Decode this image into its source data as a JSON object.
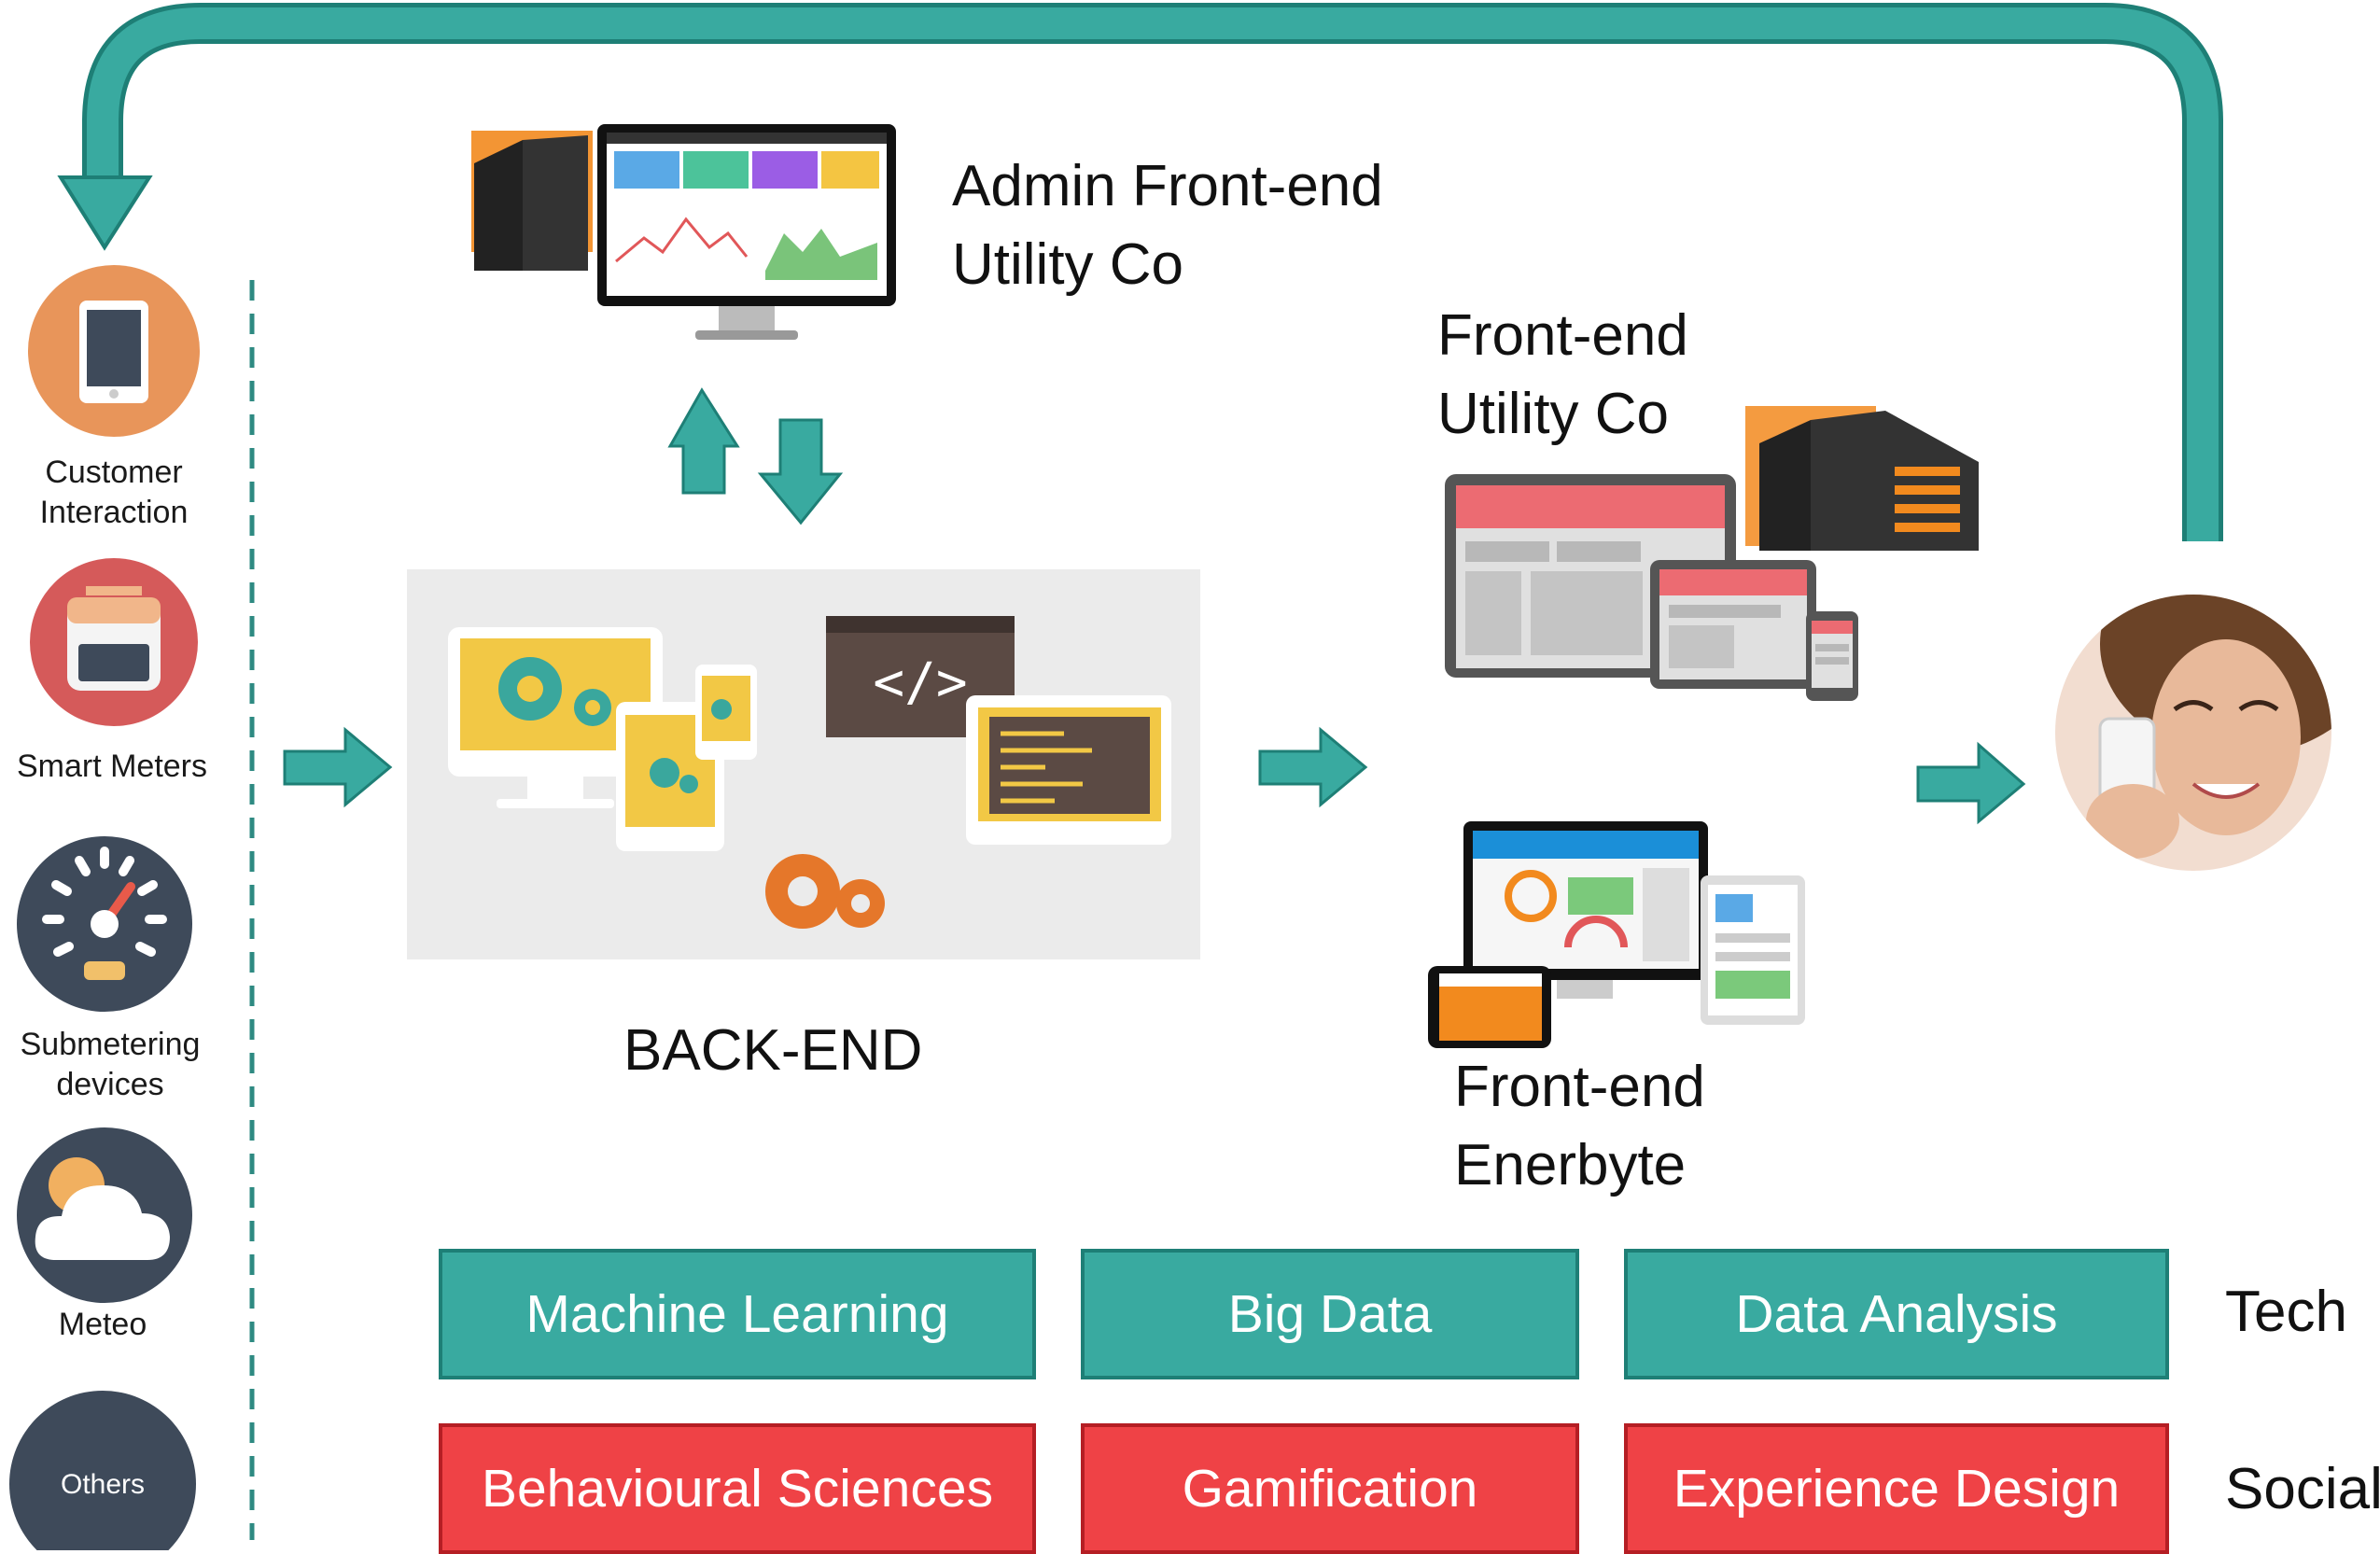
{
  "sources": [
    {
      "label_line1": "Customer",
      "label_line2": "Interaction",
      "icon": "tablet-icon",
      "color": "#e8955a"
    },
    {
      "label_line1": "Smart Meters",
      "label_line2": "",
      "icon": "smart-meter-icon",
      "color": "#d55a5a"
    },
    {
      "label_line1": "Submetering",
      "label_line2": "devices",
      "icon": "gauge-icon",
      "color": "#3e4a5a"
    },
    {
      "label_line1": "Meteo",
      "label_line2": "",
      "icon": "weather-cloud-icon",
      "color": "#3e4a5a"
    },
    {
      "label": "Others",
      "color": "#3e4a5a"
    }
  ],
  "backend": {
    "label": "BACK-END"
  },
  "admin": {
    "line1": "Admin Front-end",
    "line2": "Utility Co"
  },
  "frontend_utility": {
    "line1": "Front-end",
    "line2": "Utility Co"
  },
  "frontend_enerbyte": {
    "line1": "Front-end",
    "line2": "Enerbyte"
  },
  "tech": {
    "label": "Tech",
    "items": [
      "Machine Learning",
      "Big Data",
      "Data Analysis"
    ],
    "color": "#39aaa0"
  },
  "social": {
    "label": "Social",
    "items": [
      "Behavioural Sciences",
      "Gamification",
      "Experience Design"
    ],
    "color": "#ef4246"
  },
  "colors": {
    "arrow": "#39aaa0",
    "arrow_stroke": "#1e7f76",
    "accent_orange": "#f28a1e",
    "building": "#222222"
  },
  "code_glyph": "</>"
}
